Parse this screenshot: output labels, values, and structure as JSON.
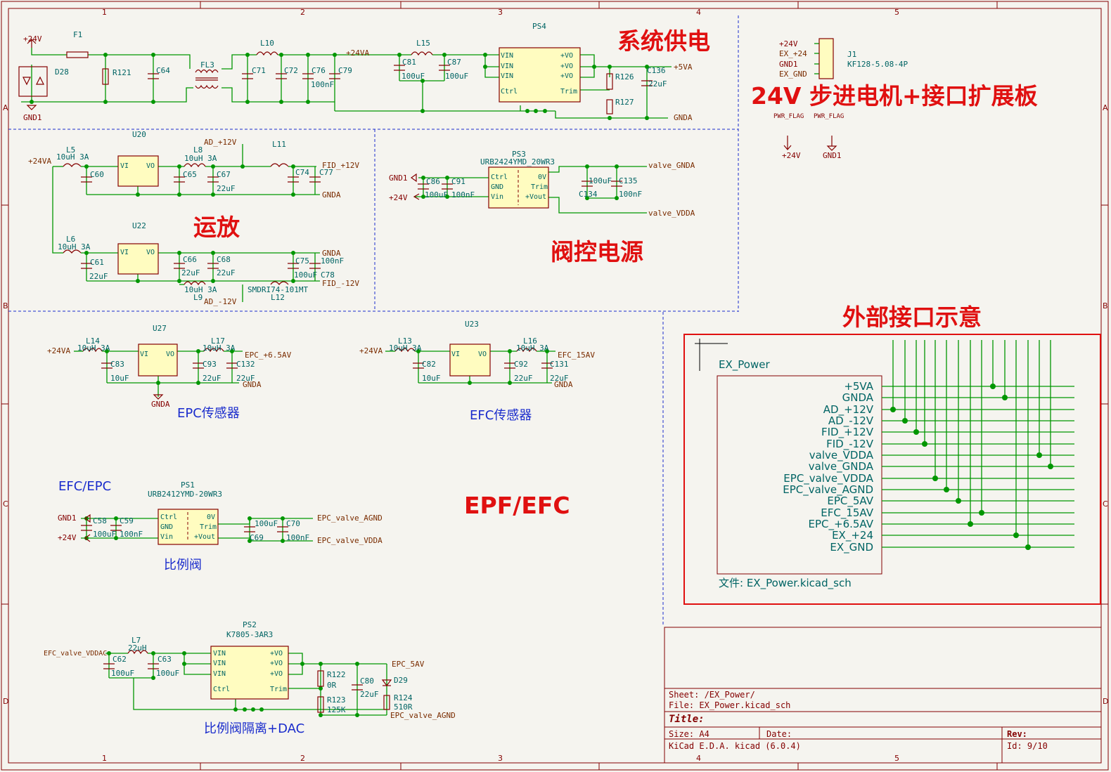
{
  "sheet": {
    "border_cols": [
      "1",
      "2",
      "3",
      "4",
      "5"
    ],
    "border_rows": [
      "A",
      "B",
      "C",
      "D"
    ]
  },
  "titles": {
    "system_power": "系统供电",
    "board": "24V 步进电机+接口扩展板",
    "opamp": "运放",
    "valve_power": "阀控电源",
    "external": "外部接口示意",
    "epf_efc": "EPF/EFC"
  },
  "notes": {
    "epc_sensor": "EPC传感器",
    "efc_sensor": "EFC传感器",
    "efc_epc": "EFC/EPC",
    "prop_valve": "比例阀",
    "prop_valve_iso": "比例阀隔离+DAC"
  },
  "labels": {
    "p24v": "+24V",
    "f1": "F1",
    "d28": "D28",
    "gnd1": "GND1",
    "r121": "R121",
    "c64": "C64",
    "fl3": "FL3",
    "l10": "L10",
    "c71": "C71",
    "c72": "C72",
    "c76": "C76",
    "c79": "C79",
    "n100nf_a": "100nF",
    "n24va": "+24VA",
    "l15": "L15",
    "c81": "C81",
    "c87": "C87",
    "n100uf_a": "100uF",
    "n100uf_b": "100uF",
    "ps4": "PS4",
    "vin": "VIN",
    "ctrl": "Ctrl",
    "gnd": "GND",
    "pvo": "+VO",
    "trim": "Trim",
    "r126": "R126",
    "r127": "R127",
    "c136": "C136",
    "n22uf_a": "22uF",
    "p5va": "+5VA",
    "gnda": "GNDA",
    "j1": "J1",
    "j1val": "KF128-5.08-4P",
    "ex24": "EX_+24",
    "exgnd": "EX_GND",
    "pwrflag": "PWR_FLAG",
    "u20": "U20",
    "u22": "U22",
    "l5": "L5",
    "l6": "L6",
    "l8": "L8",
    "l9": "L9",
    "l11": "L11",
    "l12": "L12",
    "n10uh3a": "10uH 3A",
    "ad12": "AD_+12V",
    "adm12": "AD_-12V",
    "fid12": "FID_+12V",
    "fidm12": "FID_-12V",
    "c60": "C60",
    "c61": "C61",
    "c65": "C65",
    "c66": "C66",
    "c67": "C67",
    "c68": "C68",
    "c74": "C74",
    "c75": "C75",
    "c77": "C77",
    "c78": "C78",
    "n22uf": "22uF",
    "vi": "VI",
    "vo": "VO",
    "smdr": "SMDRI74-101MT",
    "ps3": "PS3",
    "ps3val": "URB2424YMD_20WR3",
    "c86": "C86",
    "c91": "C91",
    "c134": "C134",
    "c135": "C135",
    "valve_gnda": "valve_GNDA",
    "valve_vdda": "valve_VDDA",
    "ov": "0V",
    "pvout": "+Vout",
    "vin_l": "Vin",
    "u27": "U27",
    "u23": "U23",
    "l14": "L14",
    "l17": "L17",
    "l13": "L13",
    "l16": "L16",
    "c83": "C83",
    "c93": "C93",
    "c132": "C132",
    "c82": "C82",
    "c92": "C92",
    "c131": "C131",
    "n10uf": "10uF",
    "epc65": "EPC_+6.5AV",
    "efc15": "EFC_15AV",
    "ps1": "PS1",
    "ps1val": "URB2412YMD-20WR3",
    "c58": "C58",
    "c59": "C59",
    "c69": "C69",
    "c70": "C70",
    "epc_valve_agnd": "EPC_valve_AGND",
    "epc_valve_vdda": "EPC_valve_VDDA",
    "ps2": "PS2",
    "ps2val": "K7805-3AR3",
    "l7": "L7",
    "n22uh": "22uH",
    "c62": "C62",
    "c63": "C63",
    "efc_valve_vddac": "EFC_valve_VDDAC",
    "r122": "R122",
    "r0": "0R",
    "r123": "R123",
    "r125k": "125K",
    "c80": "C80",
    "d29": "D29",
    "r124": "R124",
    "r510": "510R",
    "epc5v": "EPC_5AV"
  },
  "hier_sheet": {
    "name": "EX_Power",
    "file": "文件: EX_Power.kicad_sch",
    "pins": [
      "+5VA",
      "GNDA",
      "AD_+12V",
      "AD_-12V",
      "FID_+12V",
      "FID_-12V",
      "valve_VDDA",
      "valve_GNDA",
      "EPC_valve_VDDA",
      "EPC_valve_AGND",
      "EPC_5AV",
      "EFC_15AV",
      "EPC_+6.5AV",
      "EX_+24",
      "EX_GND"
    ]
  },
  "title_block": {
    "sheet": "Sheet: /EX_Power/",
    "file": "File: EX_Power.kicad_sch",
    "title": "Title:",
    "size": "Size: A4",
    "date": "Date:",
    "rev": "Rev:",
    "kicad": "KiCad E.D.A.  kicad (6.0.4)",
    "id": "Id: 9/10"
  },
  "colors": {
    "wire": "#009600",
    "line": "#840000",
    "title": "#e01010",
    "note": "#1a2ccc",
    "junction": "#009600"
  }
}
